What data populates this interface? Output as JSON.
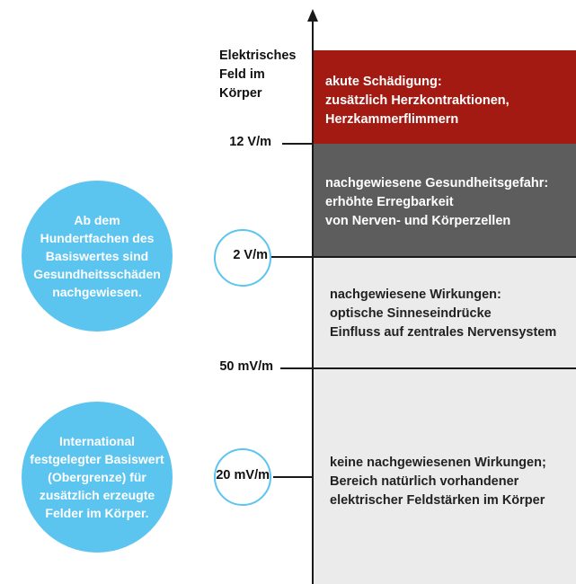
{
  "axis": {
    "title": "Elektrisches\nFeld im\nKörper"
  },
  "levels": [
    {
      "label": "12 V/m"
    },
    {
      "label": "2 V/m"
    },
    {
      "label": "50 mV/m"
    },
    {
      "label": "20 mV/m"
    }
  ],
  "bands": [
    {
      "text": "akute Schädigung:\nzusätzlich Herzkontraktionen,\nHerzkammerflimmern",
      "color": "#a31a13"
    },
    {
      "text": "nachgewiesene Gesundheitsgefahr:\nerhöhte Erregbarkeit\nvon Nerven- und Körperzellen",
      "color": "#5d5d5d"
    },
    {
      "text": "nachgewiesene Wirkungen:\noptische Sinneseindrücke\nEinfluss auf zentrales Nervensystem",
      "color": "#ebebeb"
    },
    {
      "text": "keine nachgewiesenen Wirkungen;\nBereich natürlich vorhandener\nelektrischer Feldstärken im Körper",
      "color": "#ebebeb"
    }
  ],
  "callouts": [
    {
      "text": "Ab dem\nHundertfachen des\nBasiswertes sind\nGesundheitsschäden\nnachgewiesen."
    },
    {
      "text": "International\nfestgelegter Basiswert\n(Obergrenze) für\nzusätzlich erzeugte\nFelder im Körper."
    }
  ],
  "colors": {
    "callout": "#5bc4ef",
    "axis": "#1a1a1a"
  }
}
